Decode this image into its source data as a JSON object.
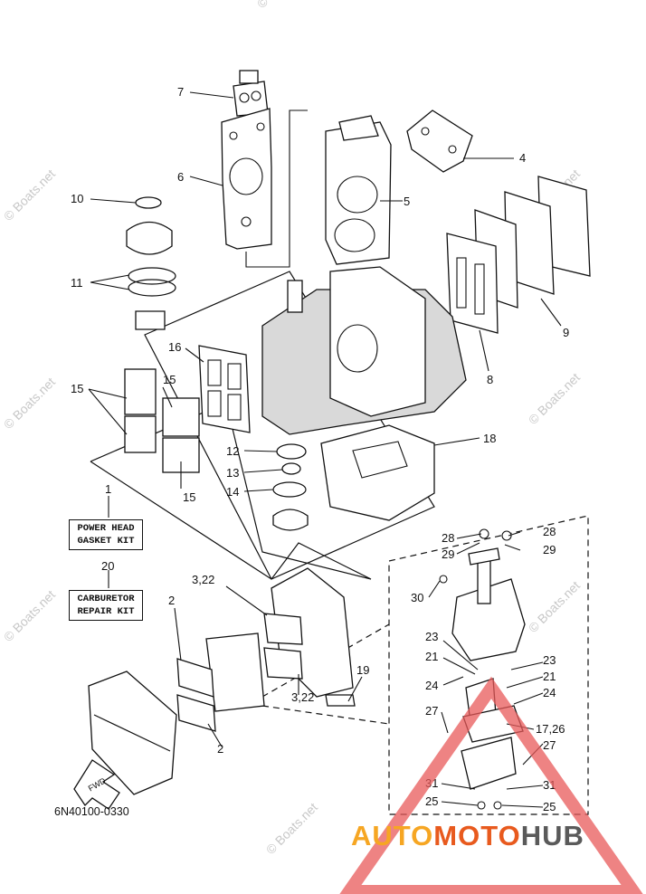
{
  "watermark": "© Boats.net",
  "part_code": "6N40100-0330",
  "logo": {
    "part1": "AUTO",
    "part2": "MOTO",
    "part3": "HUB",
    "color1": "#f6a623",
    "color2": "#e85a1e",
    "color3": "#5a5a5a"
  },
  "kits": [
    {
      "number": "1",
      "lines": [
        "POWER HEAD",
        "GASKET KIT"
      ]
    },
    {
      "number": "20",
      "lines": [
        "CARBURETOR",
        "REPAIR KIT"
      ]
    }
  ],
  "fwd_label": "FWD",
  "callouts": {
    "c2a": "2",
    "c2b": "2",
    "c3a": "3,22",
    "c3b": "3,22",
    "c4": "4",
    "c5": "5",
    "c6": "6",
    "c7": "7",
    "c8": "8",
    "c9": "9",
    "c10": "10",
    "c11": "11",
    "c12": "12",
    "c13": "13",
    "c14": "14",
    "c15a": "15",
    "c15b": "15",
    "c15c": "15",
    "c16": "16",
    "c17": "17,26",
    "c18": "18",
    "c19": "19",
    "c21a": "21",
    "c21b": "21",
    "c23a": "23",
    "c23b": "23",
    "c24a": "24",
    "c24b": "24",
    "c25a": "25",
    "c25b": "25",
    "c27a": "27",
    "c27b": "27",
    "c28a": "28",
    "c28b": "28",
    "c29a": "29",
    "c29b": "29",
    "c30": "30",
    "c31a": "31",
    "c31b": "31"
  }
}
